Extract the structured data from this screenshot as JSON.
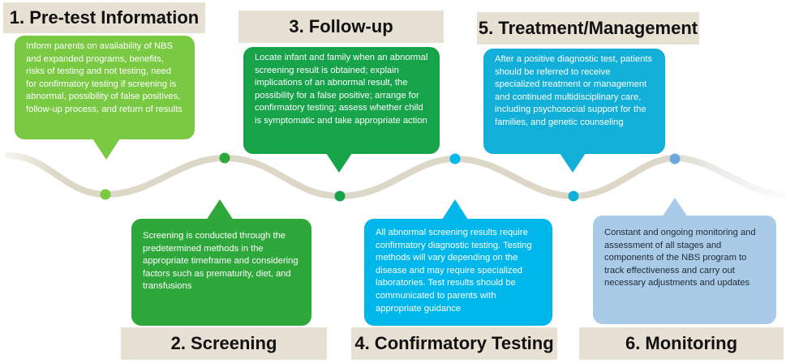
{
  "colors": {
    "stage1": "#7ac943",
    "stage2": "#2ea83a",
    "stage3": "#16a34a",
    "stage4": "#00b7ec",
    "stage5": "#12b0d8",
    "stage6": "#a9cbe8",
    "title_bg": "#e6e1d3",
    "wave": "#dcd7c7"
  },
  "stages": [
    {
      "title": "1. Pre-test Information",
      "text": "Inform parents on availability of NBS and expanded programs, benefits, risks of testing and not testing, need for confirmatory testing if screening is abnormal, possibility of false positives, follow-up process, and return of results"
    },
    {
      "title": "2. Screening",
      "text": "Screening is conducted through the predetermined methods in the appropriate timeframe and considering factors such as prematurity, diet, and transfusions"
    },
    {
      "title": "3. Follow-up",
      "text": "Locate infant and family when an abnormal screening result is obtained; explain implications of an abnormal result, the possibility for a false positive; arrange for confirmatory testing; assess whether child is symptomatic and take appropriate action"
    },
    {
      "title": "4. Confirmatory Testing",
      "text": "All abnormal screening results require confirmatory diagnostic testing. Testing methods will vary depending on the disease and may require specialized laboratories. Test results should be communicated to parents with appropriate guidance"
    },
    {
      "title": "5. Treatment/Management",
      "text": "After a positive diagnostic test, patients should be referred to receive specialized treatment or management and continued multidisciplinary care, including psychosocial support for the families, and genetic counseling"
    },
    {
      "title": "6. Monitoring",
      "text": "Constant and ongoing monitoring and assessment of all stages and components of the NBS program to track effectiveness and carry out necessary adjustments and updates"
    }
  ]
}
